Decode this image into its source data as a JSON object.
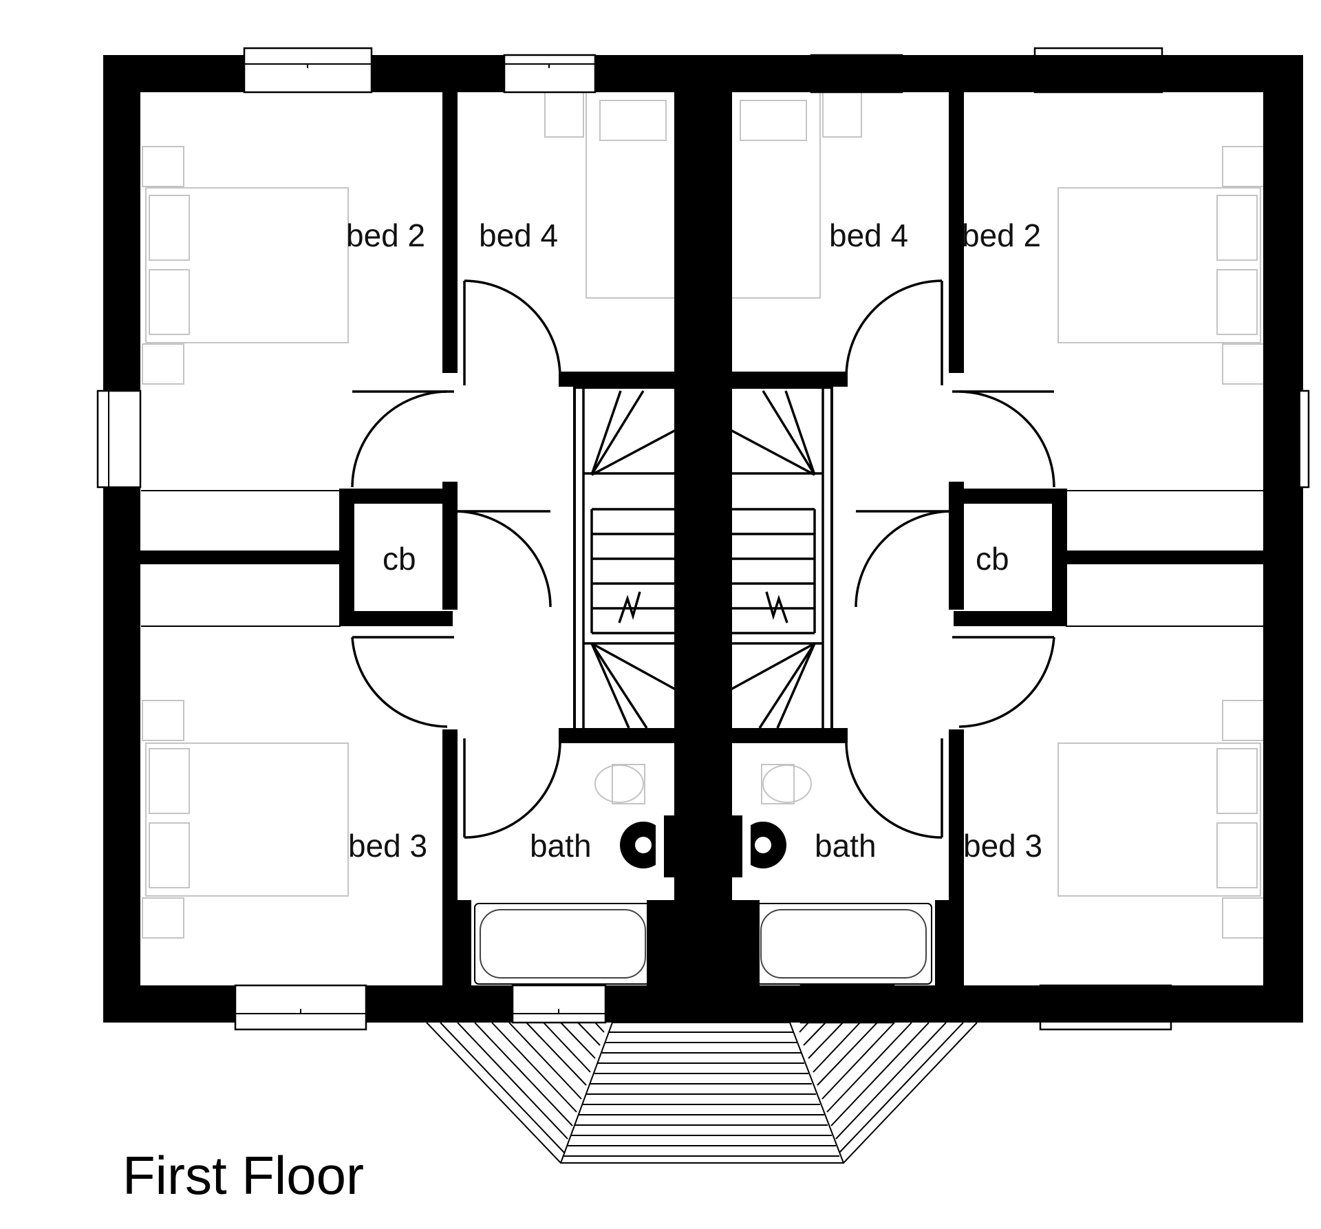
{
  "title": "First Floor",
  "colors": {
    "wall": "#000000",
    "background": "#ffffff",
    "furniture": "#c4c4c4"
  },
  "left_unit": {
    "bed2": "bed 2",
    "bed4": "bed 4",
    "cb": "cb",
    "bed3": "bed 3",
    "bath": "bath"
  },
  "right_unit": {
    "bed2": "bed 2",
    "bed4": "bed 4",
    "cb": "cb",
    "bed3": "bed 3",
    "bath": "bath"
  }
}
